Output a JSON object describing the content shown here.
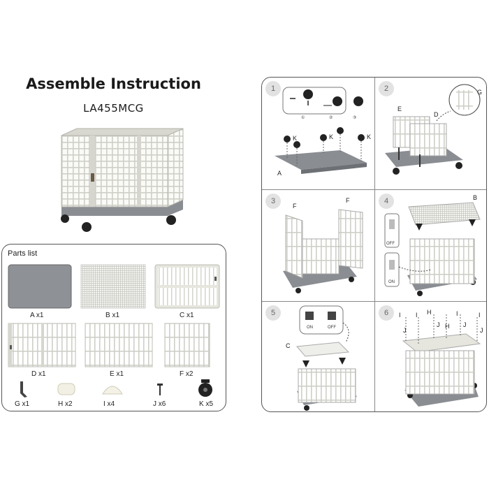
{
  "header": {
    "title": "Assemble Instruction",
    "model": "LA455MCG"
  },
  "parts_list": {
    "title": "Parts list",
    "items": [
      {
        "label": "A x1"
      },
      {
        "label": "B x1"
      },
      {
        "label": "C x1"
      },
      {
        "label": "D x1"
      },
      {
        "label": "E x1"
      },
      {
        "label": "F x2"
      },
      {
        "label": "G x1"
      },
      {
        "label": "H x2"
      },
      {
        "label": "I x4"
      },
      {
        "label": "J  x6"
      },
      {
        "label": "K x5"
      }
    ]
  },
  "steps": [
    {
      "number": "1",
      "labels": {
        "k": "K",
        "a": "A",
        "n1": "①",
        "n2": "②",
        "n3": "③"
      }
    },
    {
      "number": "2",
      "labels": {
        "e": "E",
        "d": "D",
        "g": "G"
      }
    },
    {
      "number": "3",
      "labels": {
        "f": "F"
      }
    },
    {
      "number": "4",
      "labels": {
        "b": "B",
        "off": "OFF",
        "on": "ON"
      }
    },
    {
      "number": "5",
      "labels": {
        "c": "C",
        "on": "ON",
        "off": "OFF"
      }
    },
    {
      "number": "6",
      "labels": {
        "i": "I",
        "j": "J",
        "h": "H"
      }
    }
  ],
  "colors": {
    "frame": "#d6d6cf",
    "base": "#8a8d92",
    "wheel": "#222222",
    "panel": "#e9e9e3"
  }
}
